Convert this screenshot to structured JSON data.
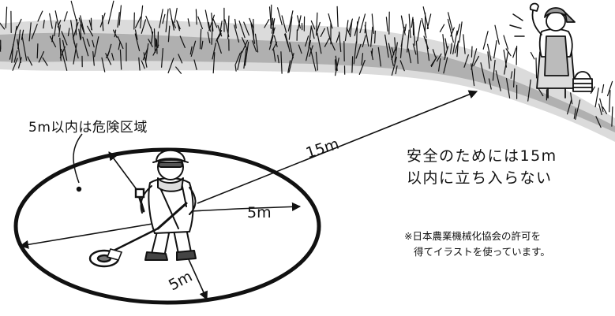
{
  "labels": {
    "danger_zone": "5m以内は危険区域",
    "distance_far": "15m",
    "distance_side": "5m",
    "distance_front": "5m"
  },
  "safety_message": {
    "line1": "安全のためには15m",
    "line2": "以内に立ち入らない"
  },
  "credit_note": {
    "line1": "※日本農業機械化協会の許可を",
    "line2": "得てイラストを使っています。"
  },
  "colors": {
    "ink": "#111111",
    "grass_shadow": "#9a9a9a",
    "paper": "#ffffff"
  }
}
